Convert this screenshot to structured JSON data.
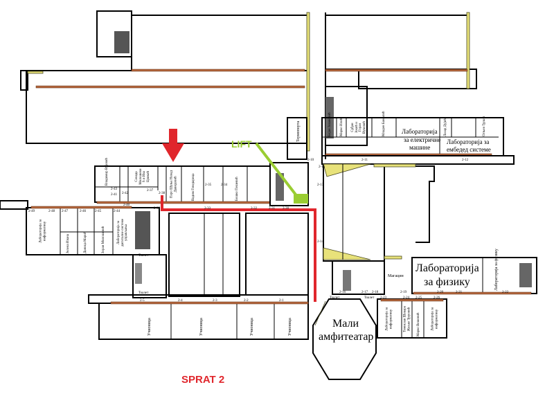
{
  "title": "SPRAT 2",
  "lift_label": "LIFT",
  "colors": {
    "route": "#e0262c",
    "lift": "#9acd32",
    "arrow": "#e0262c",
    "wall_yellow": "#e8e27a",
    "window_brown": "#b5673d"
  },
  "rooms": {
    "mali_amfiteatar": [
      "Мали",
      "амфитеатар"
    ],
    "lab_fizika": [
      "Лабораторија",
      "за физику"
    ],
    "lab_fizika_small": "Лабораторија за физику",
    "magacin": "Магацин",
    "lab_elektricne": [
      "Лабораторија",
      "за електричне",
      "машине"
    ],
    "lab_embedded": [
      "Лабораторија за",
      "ембедед системе"
    ],
    "termoporta": "Термопорта",
    "ucionica": [
      "Учионица",
      "Учионица",
      "Учионица",
      "Учионица"
    ],
    "toalet": [
      "Тоалет",
      "Тоалет",
      "Тоалет",
      "Тоалет"
    ],
    "lab_informatika": [
      "Лабораторија за информатику",
      "Лабораторија за информатику",
      "Лабораторија за информатику"
    ],
    "lab_digitalni": "Лабораторија за дигиталне системе управљања",
    "offices_left": [
      "Владимир Вујовић",
      "Сенада Милошевић и Ива Цвикић",
      "Перо Шуња Ненад Давидовић",
      "Вадим Говедарица",
      "Бошко Пешевић"
    ],
    "offices_right": [
      "Бојан Јовановић",
      "Марко Илић",
      "Срђан Јокић и Горан Вуковић",
      "Младен Бањалић",
      "Лазар Дујић",
      "Огњен Ђукић"
    ],
    "offices_west": [
      "Јелена Ивана",
      "Даница Марић",
      "Зоран Милошевић"
    ],
    "offices_south": [
      "Томислав Шекара Жељко Ђуровић",
      "Марко Вешовић"
    ]
  },
  "room_numbers": {
    "classrooms": [
      "2-5",
      "2-4",
      "2-3",
      "2-2",
      "2-1"
    ],
    "central": [
      "2-40",
      "2-39",
      "2-33",
      "2-32",
      "2-31",
      "2-30",
      "2-35",
      "2-34",
      "2-43",
      "2-42",
      "2-41",
      "2-38",
      "2-37"
    ],
    "west": [
      "2-48",
      "2-47",
      "2-46",
      "2-45",
      "2-44",
      "2-49"
    ],
    "east": [
      "2-11",
      "2-12",
      "2-13",
      "2-14",
      "2-10",
      "2-15"
    ],
    "south_east": [
      "2-16",
      "2-17",
      "2-18",
      "2-19",
      "2-23",
      "2-24",
      "2-25",
      "2-26",
      "2-20",
      "2-21",
      "2-22"
    ]
  }
}
